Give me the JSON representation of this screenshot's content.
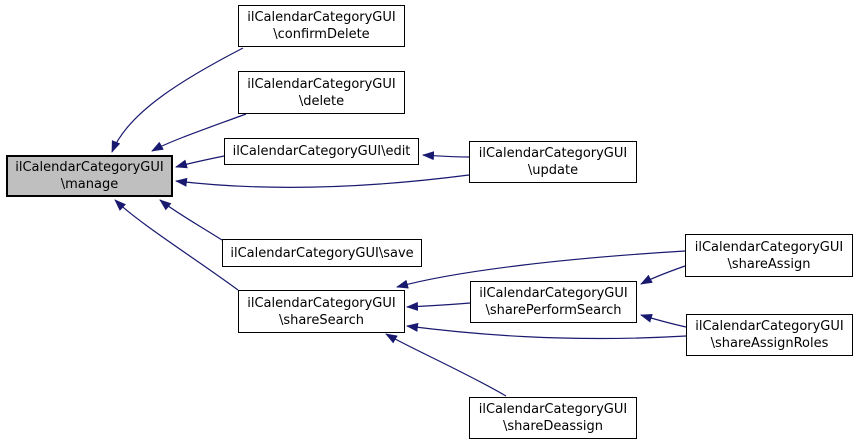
{
  "diagram": {
    "type": "call-graph",
    "colors": {
      "background": "#ffffff",
      "edge": "#191970",
      "node_fill": "#ffffff",
      "node_border": "#000000",
      "highlight_fill": "#bfbfbf"
    },
    "nodes": [
      {
        "id": "manage",
        "label": "ilCalendarCategoryGUI\n\\manage",
        "highlighted": true
      },
      {
        "id": "confirmDelete",
        "label": "ilCalendarCategoryGUI\n\\confirmDelete",
        "highlighted": false
      },
      {
        "id": "delete",
        "label": "ilCalendarCategoryGUI\n\\delete",
        "highlighted": false
      },
      {
        "id": "edit",
        "label": "ilCalendarCategoryGUI\\edit",
        "highlighted": false
      },
      {
        "id": "update",
        "label": "ilCalendarCategoryGUI\n\\update",
        "highlighted": false
      },
      {
        "id": "save",
        "label": "ilCalendarCategoryGUI\\save",
        "highlighted": false
      },
      {
        "id": "shareSearch",
        "label": "ilCalendarCategoryGUI\n\\shareSearch",
        "highlighted": false
      },
      {
        "id": "sharePerformSearch",
        "label": "ilCalendarCategoryGUI\n\\sharePerformSearch",
        "highlighted": false
      },
      {
        "id": "shareAssign",
        "label": "ilCalendarCategoryGUI\n\\shareAssign",
        "highlighted": false
      },
      {
        "id": "shareAssignRoles",
        "label": "ilCalendarCategoryGUI\n\\shareAssignRoles",
        "highlighted": false
      },
      {
        "id": "shareDeassign",
        "label": "ilCalendarCategoryGUI\n\\shareDeassign",
        "highlighted": false
      }
    ],
    "edges": [
      {
        "from": "confirmDelete",
        "to": "manage"
      },
      {
        "from": "delete",
        "to": "manage"
      },
      {
        "from": "edit",
        "to": "manage"
      },
      {
        "from": "update",
        "to": "manage"
      },
      {
        "from": "update",
        "to": "edit"
      },
      {
        "from": "save",
        "to": "manage"
      },
      {
        "from": "shareSearch",
        "to": "manage"
      },
      {
        "from": "sharePerformSearch",
        "to": "shareSearch"
      },
      {
        "from": "shareAssign",
        "to": "sharePerformSearch"
      },
      {
        "from": "shareAssign",
        "to": "shareSearch"
      },
      {
        "from": "shareAssignRoles",
        "to": "sharePerformSearch"
      },
      {
        "from": "shareAssignRoles",
        "to": "shareSearch"
      },
      {
        "from": "shareDeassign",
        "to": "shareSearch"
      }
    ]
  }
}
